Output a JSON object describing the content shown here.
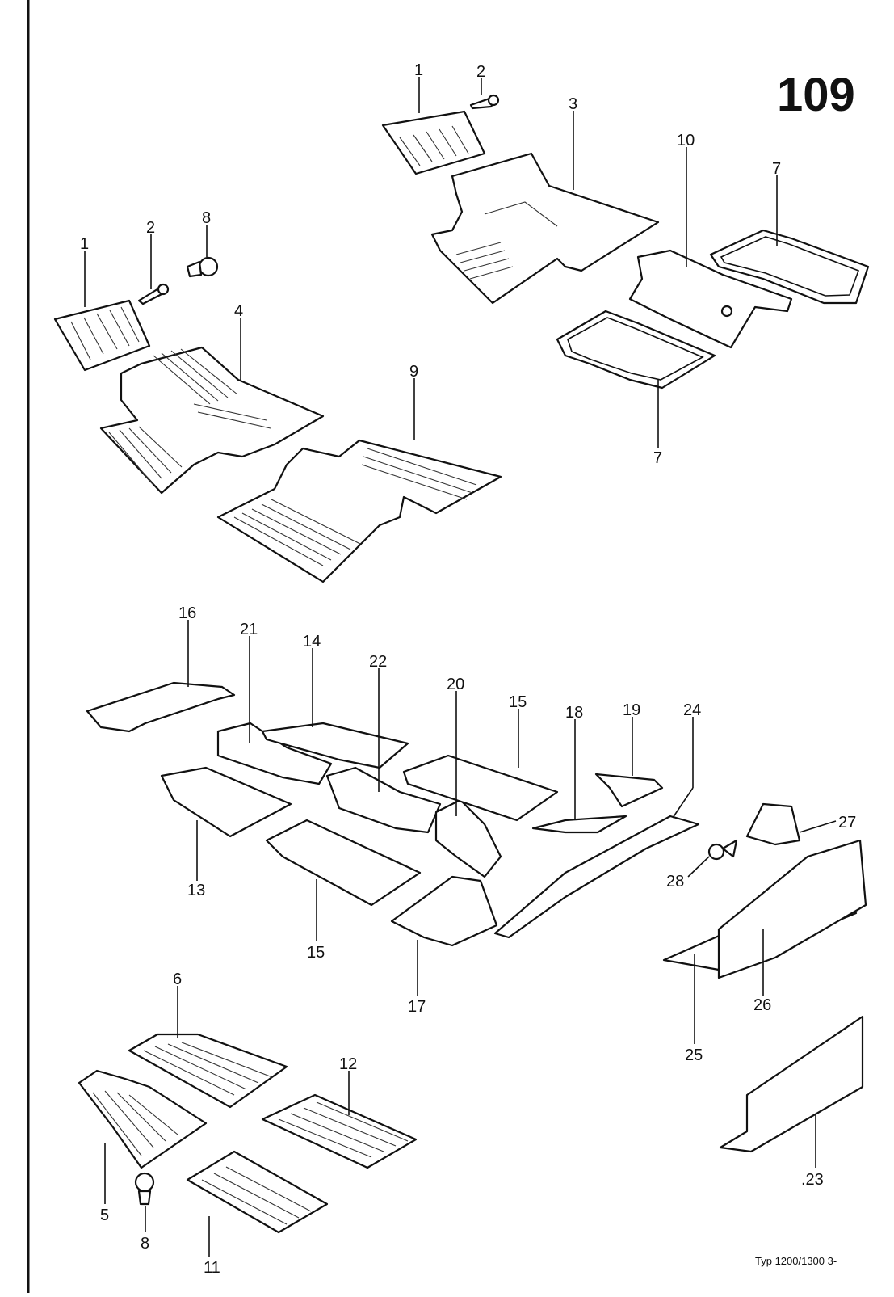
{
  "page_number": "109",
  "footer": "Typ 1200/1300  3-",
  "callouts": [
    {
      "key": "c1a",
      "text": "1"
    },
    {
      "key": "c2a",
      "text": "2"
    },
    {
      "key": "c3",
      "text": "3"
    },
    {
      "key": "c10",
      "text": "10"
    },
    {
      "key": "c7a",
      "text": "7"
    },
    {
      "key": "c1b",
      "text": "1"
    },
    {
      "key": "c2b",
      "text": "2"
    },
    {
      "key": "c8a",
      "text": "8"
    },
    {
      "key": "c4",
      "text": "4"
    },
    {
      "key": "c9",
      "text": "9"
    },
    {
      "key": "c7b",
      "text": "7"
    },
    {
      "key": "c16",
      "text": "16"
    },
    {
      "key": "c21",
      "text": "21"
    },
    {
      "key": "c14",
      "text": "14"
    },
    {
      "key": "c22",
      "text": "22"
    },
    {
      "key": "c20",
      "text": "20"
    },
    {
      "key": "c15a",
      "text": "15"
    },
    {
      "key": "c18",
      "text": "18"
    },
    {
      "key": "c19",
      "text": "19"
    },
    {
      "key": "c24",
      "text": "24"
    },
    {
      "key": "c27",
      "text": "27"
    },
    {
      "key": "c28",
      "text": "28"
    },
    {
      "key": "c13",
      "text": "13"
    },
    {
      "key": "c15b",
      "text": "15"
    },
    {
      "key": "c17",
      "text": "17"
    },
    {
      "key": "c26",
      "text": "26"
    },
    {
      "key": "c25",
      "text": "25"
    },
    {
      "key": "c6",
      "text": "6"
    },
    {
      "key": "c12",
      "text": "12"
    },
    {
      "key": "c5",
      "text": "5"
    },
    {
      "key": "c8b",
      "text": "8"
    },
    {
      "key": "c11",
      "text": "11"
    },
    {
      "key": "c23",
      "text": ".23"
    }
  ]
}
